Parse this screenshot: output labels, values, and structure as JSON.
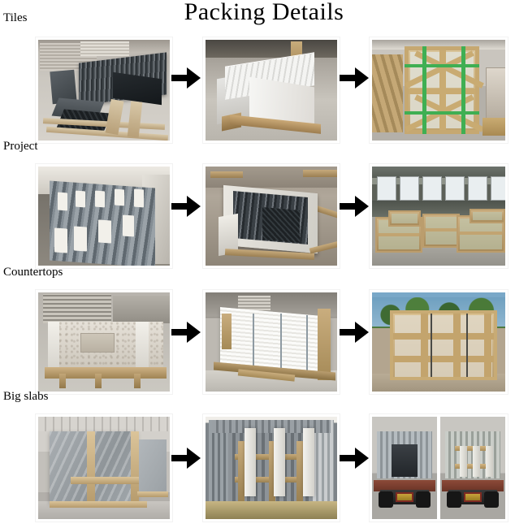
{
  "page": {
    "title": "Packing Details",
    "background_color": "#ffffff",
    "arrow_color": "#000000",
    "label_color": "#000000"
  },
  "rows": [
    {
      "label": "Tiles",
      "cells": [
        {
          "caption": "Dark grey stacked tiles on wooden pallet in factory yard"
        },
        {
          "caption": "White shrink-wrapped pallet of packed tiles"
        },
        {
          "caption": "Wooden crate with green straps in warehouse"
        }
      ],
      "arrows": [
        "arrow-right",
        "arrow-right"
      ]
    },
    {
      "label": "Project",
      "cells": [
        {
          "caption": "Grey-blue tiles stacked with foam corner protectors"
        },
        {
          "caption": "Dark slabs wrapped in white plastic on pallet outdoors"
        },
        {
          "caption": "Warehouse full of strapped wooden crates under windows"
        }
      ],
      "arrows": [
        "arrow-right",
        "arrow-right"
      ]
    },
    {
      "label": "Countertops",
      "cells": [
        {
          "caption": "Light granite countertop with sink cutout on wooden frame"
        },
        {
          "caption": "White wrapped slab bundles in A-frame wooden crate"
        },
        {
          "caption": "Large outdoor wooden crate with trees and sky behind"
        }
      ],
      "arrows": [
        "arrow-right",
        "arrow-right"
      ]
    },
    {
      "label": "Big slabs",
      "cells": [
        {
          "caption": "Grey big slabs in A-frame wooden bundles in warehouse"
        },
        {
          "caption": "Interior of shipping container with vertical wrapped bundles"
        },
        {
          "caption": "Two photos of loaded container on truck chassis"
        }
      ],
      "arrows": [
        "arrow-right",
        "arrow-right"
      ]
    }
  ]
}
